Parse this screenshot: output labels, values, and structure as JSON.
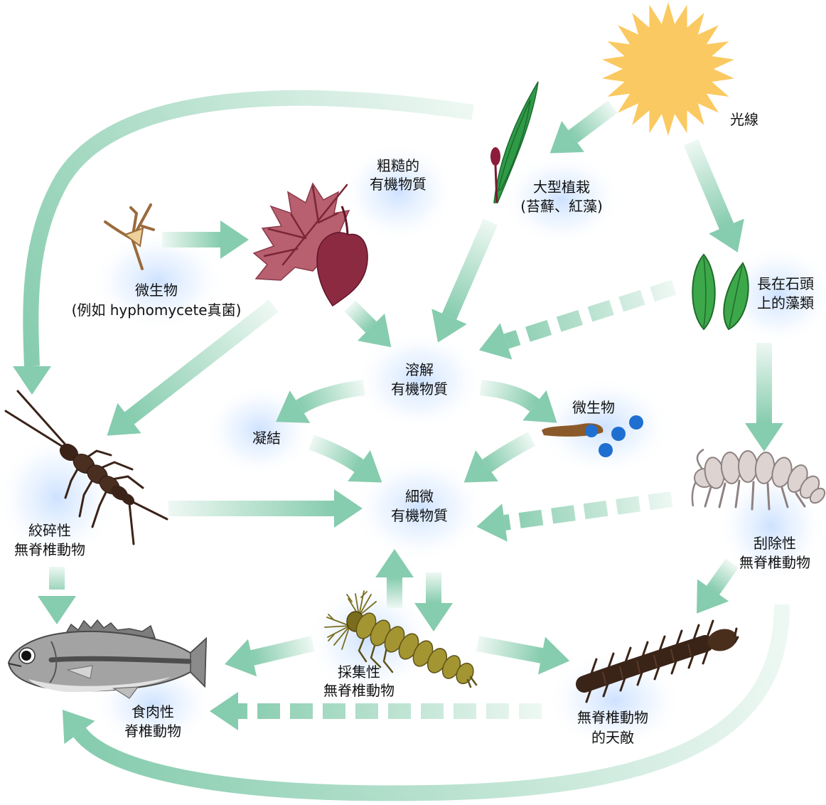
{
  "diagram": {
    "light": "光線",
    "macrophytes": {
      "line1": "大型植栽",
      "line2": "(苔蘚、紅藻)"
    },
    "coarse_organic_matter": {
      "line1": "粗糙的",
      "line2": "有機物質"
    },
    "fungi": {
      "line1": "微生物",
      "line2": "(例如 hyphomycete真菌)"
    },
    "periphyton": {
      "line1": "長在石頭",
      "line2": "上的藻類"
    },
    "dissolved_organic_matter": {
      "line1": "溶解",
      "line2": "有機物質"
    },
    "flocculation": "凝結",
    "microbes": "微生物",
    "fine_organic_matter": {
      "line1": "細微",
      "line2": "有機物質"
    },
    "shredders": {
      "line1": "絞碎性",
      "line2": "無脊椎動物"
    },
    "scrapers": {
      "line1": "刮除性",
      "line2": "無脊椎動物"
    },
    "collectors": {
      "line1": "採集性",
      "line2": "無脊椎動物"
    },
    "vertebrate_predators": {
      "line1": "食肉性",
      "line2": "脊椎動物"
    },
    "invertebrate_predators": {
      "line1": "無脊椎動物",
      "line2": "的天敵"
    }
  },
  "colors": {
    "arrow_head": "#86ccae",
    "arrow_tail": "#eef8f3",
    "glow": "#c4dcff",
    "sun": "#fbc961",
    "macrophyte": "#2f9a46",
    "algae": "#3da84a",
    "leaf_light": "#b8606f",
    "leaf_dark": "#8c2a42",
    "fungi": "#9b6a3c",
    "microbe_blob": "#8b5a2b",
    "microbe_dots": "#1f6fd0",
    "shredder": "#3b2318",
    "scraper": "#ddd3d0",
    "collector": "#a39531",
    "predator": "#3a2418",
    "fish": "#a3a3a3",
    "text": "#111111"
  },
  "icons": {
    "light": "sun-icon",
    "macrophytes": "macrophyte-icon",
    "coarse_organic_matter": "leaf-litter-icon",
    "fungi": "hyphomycete-icon",
    "periphyton": "algae-icon",
    "microbes": "microbe-icon",
    "shredders": "stonefly-icon",
    "scrapers": "amphipod-icon",
    "collectors": "caddisfly-larva-icon",
    "vertebrate_predators": "fish-icon",
    "invertebrate_predators": "hellgrammite-icon"
  }
}
